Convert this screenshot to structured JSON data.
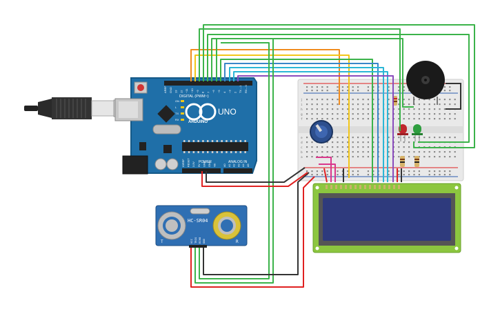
{
  "arduino": {
    "logo": "ARDUINO",
    "model": "UNO",
    "digital_header": "DIGITAL (PWM~)",
    "power_label": "POWER",
    "analog_label": "ANALOG IN",
    "top_pins": [
      "AREF",
      "GND",
      "13",
      "12",
      "~11",
      "~10",
      "~9",
      "8",
      "7",
      "~6",
      "~5",
      "4",
      "~3",
      "2",
      "TX→1",
      "RX←0"
    ],
    "power_pins": [
      "IOREF",
      "RESET",
      "3.3V",
      "5V",
      "GND",
      "GND",
      "Vin"
    ],
    "analog_pins": [
      "A0",
      "A1",
      "A2",
      "A3",
      "A4",
      "A5"
    ],
    "led_labels": [
      "ON",
      "L",
      "TX",
      "RX"
    ]
  },
  "sensor": {
    "model": "HC-SR04",
    "pins": [
      "VCC",
      "TRIG",
      "ECHO",
      "GND"
    ],
    "left_mark": "T",
    "right_mark": "R"
  },
  "breadboard": {
    "row_letters": [
      "a",
      "b",
      "c",
      "d",
      "e",
      "f",
      "g",
      "h",
      "i",
      "j"
    ]
  },
  "colors": {
    "board": "#1f6fa8",
    "board_edge": "#155987",
    "breadboard": "#e9e9e9",
    "lcd_pcb": "#8cc63f",
    "lcd_screen": "#2e3a7d",
    "wire_green": "#3bb34a",
    "wire_orange": "#f08c1e",
    "wire_yellow": "#f2c618",
    "wire_blue": "#3a86c8",
    "wire_cyan": "#2bb6d6",
    "wire_purple": "#8a4bbd",
    "wire_red": "#e02020",
    "wire_black": "#333333",
    "wire_pink": "#d9368b",
    "led_red": "#c0272d",
    "led_green": "#2e9e3f",
    "buzzer": "#1a1a1a"
  }
}
